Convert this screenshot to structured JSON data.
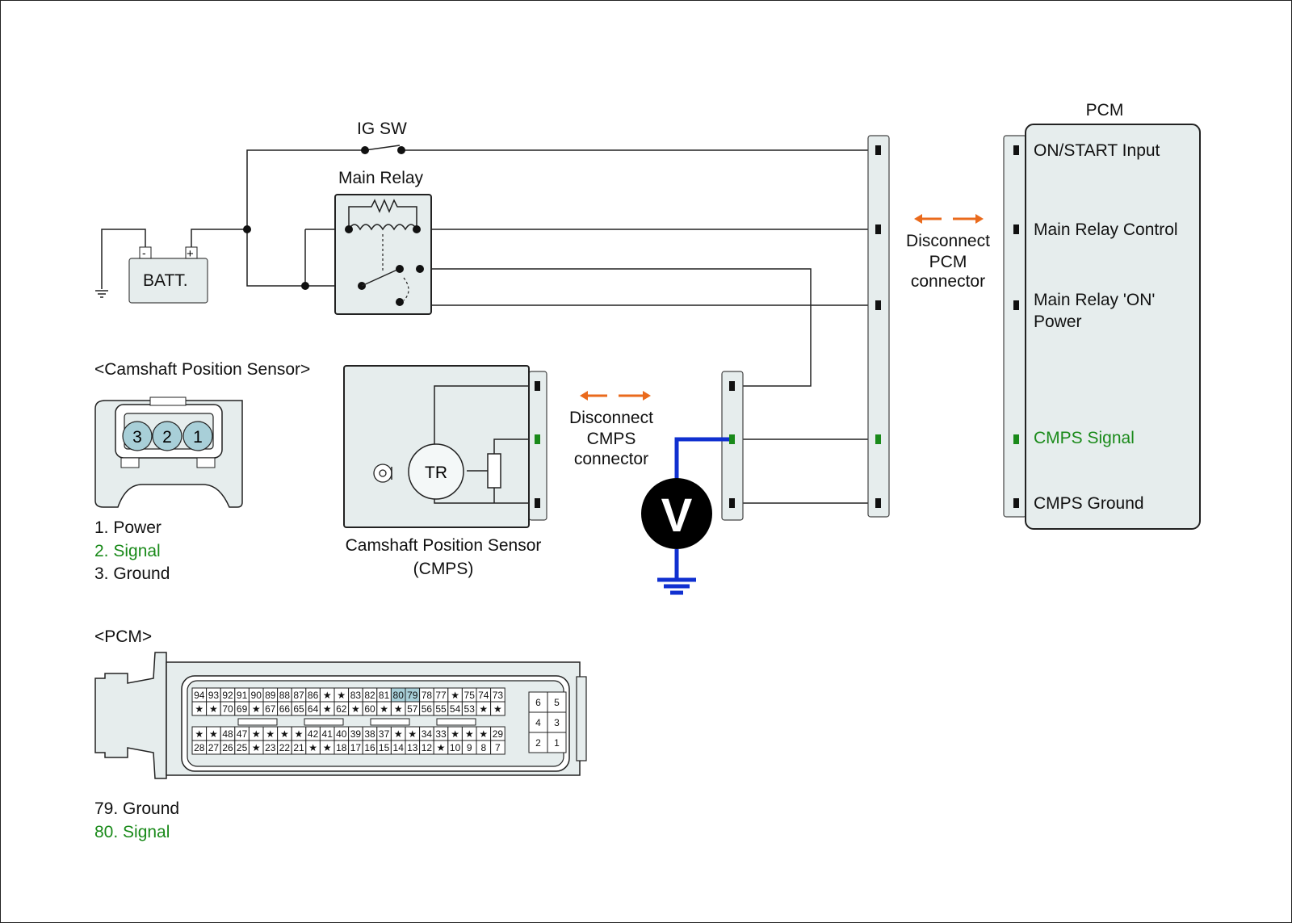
{
  "pcm_block": {
    "title": "PCM",
    "terminals": [
      {
        "label": "ON/START Input",
        "color": "#111111"
      },
      {
        "label": "Main Relay Control",
        "color": "#111111"
      },
      {
        "label": "Main Relay 'ON'",
        "label2": "Power",
        "color": "#111111"
      },
      {
        "label": "CMPS Signal",
        "color": "#1a8a1a"
      },
      {
        "label": "CMPS Ground",
        "color": "#111111"
      }
    ]
  },
  "ig_switch": {
    "label": "IG SW"
  },
  "main_relay": {
    "label": "Main Relay"
  },
  "battery": {
    "label": "BATT.",
    "neg": "-",
    "pos": "+"
  },
  "disconnect_pcm": {
    "line1": "Disconnect",
    "line2": "PCM",
    "line3": "connector"
  },
  "disconnect_cmps": {
    "line1": "Disconnect",
    "line2": "CMPS",
    "line3": "connector"
  },
  "cmps_connector": {
    "title": "<Camshaft Position Sensor>",
    "pins": [
      "3",
      "2",
      "1"
    ],
    "legend": [
      {
        "text": "1. Power",
        "color": "#111111"
      },
      {
        "text": "2. Signal",
        "color": "#1a8a1a"
      },
      {
        "text": "3. Ground",
        "color": "#111111"
      }
    ]
  },
  "cmps_sensor": {
    "inner": "TR",
    "caption1": "Camshaft Position Sensor",
    "caption2": "(CMPS)"
  },
  "voltmeter": {
    "symbol": "V"
  },
  "pcm_connector": {
    "title": "<PCM>",
    "rows": [
      [
        "94",
        "93",
        "92",
        "91",
        "90",
        "89",
        "88",
        "87",
        "86",
        "★",
        "★",
        "83",
        "82",
        "81",
        "80",
        "79",
        "78",
        "77",
        "★",
        "75",
        "74",
        "73"
      ],
      [
        "★",
        "★",
        "70",
        "69",
        "★",
        "67",
        "66",
        "65",
        "64",
        "★",
        "62",
        "★",
        "60",
        "★",
        "★",
        "57",
        "56",
        "55",
        "54",
        "53",
        "★",
        "★"
      ],
      [
        "★",
        "★",
        "48",
        "47",
        "★",
        "★",
        "★",
        "★",
        "42",
        "41",
        "40",
        "39",
        "38",
        "37",
        "★",
        "★",
        "34",
        "33",
        "★",
        "★",
        "★",
        "29"
      ],
      [
        "28",
        "27",
        "26",
        "25",
        "★",
        "23",
        "22",
        "21",
        "★",
        "★",
        "18",
        "17",
        "16",
        "15",
        "14",
        "13",
        "12",
        "★",
        "10",
        "9",
        "8",
        "7"
      ]
    ],
    "highlight": [
      "80",
      "79"
    ],
    "small_block": [
      [
        "6",
        "5"
      ],
      [
        "4",
        "3"
      ],
      [
        "2",
        "1"
      ]
    ],
    "legend": [
      {
        "text": "79. Ground",
        "color": "#111111"
      },
      {
        "text": "80. Signal",
        "color": "#1a8a1a"
      }
    ]
  }
}
